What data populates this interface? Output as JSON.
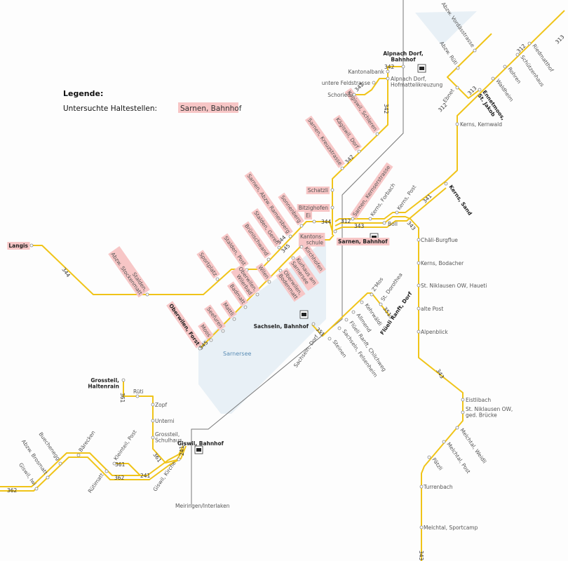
{
  "legend": {
    "title": "Legende:",
    "label": "Untersuchte Haltestellen:",
    "sample": "Sarnen, Bahnhof",
    "highlight_color": "#f7c6c6"
  },
  "lake_label": "Sarnersee",
  "colors": {
    "line": "#f0c419",
    "rail": "#777777",
    "lake": "#e8f0f6"
  },
  "stops": [
    {
      "name": [
        "Langis"
      ],
      "highlight": true,
      "bold": true
    },
    {
      "name": [
        "Stalden,",
        "Abzw. Stockenmatt"
      ],
      "highlight": true
    },
    {
      "name": [
        "Sportplatz"
      ],
      "highlight": true
    },
    {
      "name": [
        "Stalden, Post"
      ],
      "highlight": true
    },
    {
      "name": [
        "Brünischwand"
      ],
      "highlight": true
    },
    {
      "name": [
        "Stalden, Geren"
      ],
      "highlight": true
    },
    {
      "name": [
        "Sarnen, Abzw. Ramersberg"
      ],
      "highlight": true
    },
    {
      "name": [
        "Sonnenberg"
      ],
      "highlight": true
    },
    {
      "name": [
        "Ei"
      ],
      "highlight": true
    },
    {
      "name": [
        "Bitzighofen"
      ],
      "highlight": true
    },
    {
      "name": [
        "Schatzli"
      ],
      "highlight": true
    },
    {
      "name": [
        "Sarnen, Kreuzstrasse"
      ],
      "highlight": true
    },
    {
      "name": [
        "Kägiswil, Dorf"
      ],
      "highlight": true
    },
    {
      "name": [
        "Kägiswil, Schleren"
      ],
      "highlight": true
    },
    {
      "name": [
        "Schoried"
      ]
    },
    {
      "name": [
        "untere Feldstrasse"
      ]
    },
    {
      "name": [
        "Kantonalbank"
      ]
    },
    {
      "name": [
        "Alpnach Dorf,",
        "Hofmattelikreuzung"
      ]
    },
    {
      "name": [
        "Alpnach Dorf,",
        "Bahnhof"
      ],
      "bold": true
    },
    {
      "name": [
        "Kantons-",
        "schule"
      ],
      "highlight": true
    },
    {
      "name": [
        "Sarnen, Bahnhof"
      ],
      "highlight": true,
      "bold": true
    },
    {
      "name": [
        "Kirchhofen"
      ],
      "highlight": true
    },
    {
      "name": [
        "Kurhaus am",
        "Sarnersee"
      ],
      "highlight": true
    },
    {
      "name": [
        "Oberwilen,",
        "Bodenmatt"
      ],
      "highlight": true
    },
    {
      "name": [
        "Wilen"
      ],
      "highlight": true
    },
    {
      "name": [
        "Oberwilen,",
        "Wilerbad"
      ],
      "highlight": true
    },
    {
      "name": [
        "Badmatt"
      ],
      "highlight": true
    },
    {
      "name": [
        "Mattli"
      ],
      "highlight": true
    },
    {
      "name": [
        "Seefuren"
      ],
      "highlight": true
    },
    {
      "name": [
        "Moos"
      ],
      "highlight": true
    },
    {
      "name": [
        "Oberwilen, Forst"
      ],
      "highlight": true,
      "bold": true
    },
    {
      "name": [
        "Sarnen, Kernserstrasse"
      ],
      "highlight": true
    },
    {
      "name": [
        "Kerns, Forbach"
      ]
    },
    {
      "name": [
        "Kerns, Post"
      ]
    },
    {
      "name": [
        "Boll"
      ]
    },
    {
      "name": [
        "Kerns, Sand"
      ],
      "bold": true
    },
    {
      "name": [
        "Kerns, Kernwald"
      ]
    },
    {
      "name": [
        "Ebnet"
      ]
    },
    {
      "name": [
        "Abzw. Rüti"
      ]
    },
    {
      "name": [
        "Abzw. Vordässtrasse"
      ]
    },
    {
      "name": [
        "Ennetmoos,",
        "St. Jakob"
      ],
      "bold": true
    },
    {
      "name": [
        "Waldheim"
      ]
    },
    {
      "name": [
        "Rohren"
      ]
    },
    {
      "name": [
        "Schützenhaus"
      ]
    },
    {
      "name": [
        "Riedmatthof"
      ]
    },
    {
      "name": [
        "Chäli-Burgflue"
      ]
    },
    {
      "name": [
        "Kerns, Bodacher"
      ]
    },
    {
      "name": [
        "St. Niklausen OW, Haueti"
      ]
    },
    {
      "name": [
        "alte Post"
      ]
    },
    {
      "name": [
        "Alpenblick"
      ]
    },
    {
      "name": [
        "Eistlibach"
      ]
    },
    {
      "name": [
        "St. Niklausen OW,",
        "ged. Brücke"
      ]
    },
    {
      "name": [
        "Melchtal, Weidli"
      ]
    },
    {
      "name": [
        "Melchtal, Post"
      ]
    },
    {
      "name": [
        "Pätzli"
      ]
    },
    {
      "name": [
        "Turrenbach"
      ]
    },
    {
      "name": [
        "Melchtal, Sportcamp"
      ]
    },
    {
      "name": [
        "Sachseln, Bahnhof"
      ],
      "bold": true
    },
    {
      "name": [
        "Sachseln, Dorf"
      ]
    },
    {
      "name": [
        "Steinen"
      ]
    },
    {
      "name": [
        "Sachseln, Felsenheim"
      ]
    },
    {
      "name": [
        "Flüeli Ranft, Chilchweg"
      ]
    },
    {
      "name": [
        "Allmend"
      ]
    },
    {
      "name": [
        "Kehrwäldi"
      ]
    },
    {
      "name": [
        "Z'Mos"
      ]
    },
    {
      "name": [
        "St. Dorothea"
      ]
    },
    {
      "name": [
        "Flüeli Ranft, Dorf"
      ],
      "bold": true
    },
    {
      "name": [
        "Grossteil,",
        "Haltenrain"
      ],
      "bold": true
    },
    {
      "name": [
        "Rüti"
      ]
    },
    {
      "name": [
        "Zopf"
      ]
    },
    {
      "name": [
        "Unterni"
      ]
    },
    {
      "name": [
        "Grossteil,",
        "Schulhaus"
      ]
    },
    {
      "name": [
        "Giswil, Bahnhof"
      ],
      "bold": true
    },
    {
      "name": [
        "Giswil, Kirche"
      ]
    },
    {
      "name": [
        "Kleinteil, Post"
      ]
    },
    {
      "name": [
        "Rütimatt"
      ]
    },
    {
      "name": [
        "Bärecken"
      ]
    },
    {
      "name": [
        "Buechenegg"
      ]
    },
    {
      "name": [
        "Abzw. Brosmatt"
      ]
    },
    {
      "name": [
        "Giswil, Iwi"
      ]
    },
    {
      "name": [
        "Meiringen/Interlaken"
      ]
    }
  ],
  "routes": [
    "344",
    "344",
    "344",
    "345",
    "345",
    "342",
    "342",
    "342",
    "342",
    "312",
    "312",
    "312",
    "313",
    "313",
    "343",
    "343",
    "343",
    "343",
    "341",
    "351",
    "351",
    "361",
    "361",
    "361",
    "362",
    "362",
    "241",
    "241"
  ]
}
